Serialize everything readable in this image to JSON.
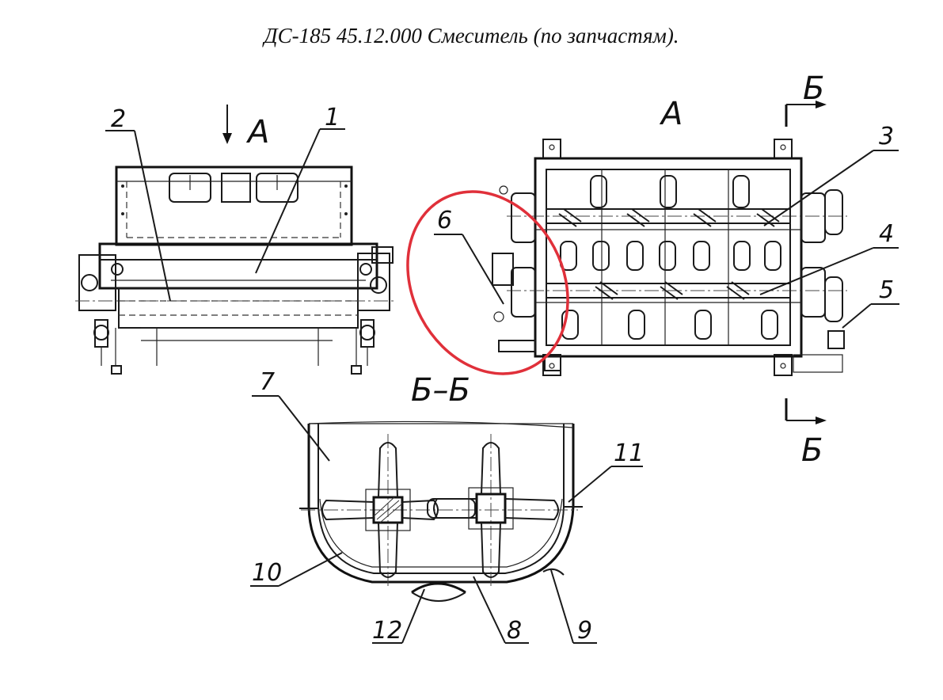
{
  "title": "ДС-185 45.12.000 Смеситель (по запчастям).",
  "view_labels": {
    "view_a_arrow": "А",
    "view_a": "А",
    "section_mark_top": "Б",
    "section_mark_bottom": "Б",
    "section_title": "Б–Б"
  },
  "callouts": [
    "1",
    "2",
    "3",
    "4",
    "5",
    "6",
    "7",
    "8",
    "9",
    "10",
    "11",
    "12"
  ],
  "highlight": {
    "color": "#e0303a",
    "target_callout": "6"
  }
}
